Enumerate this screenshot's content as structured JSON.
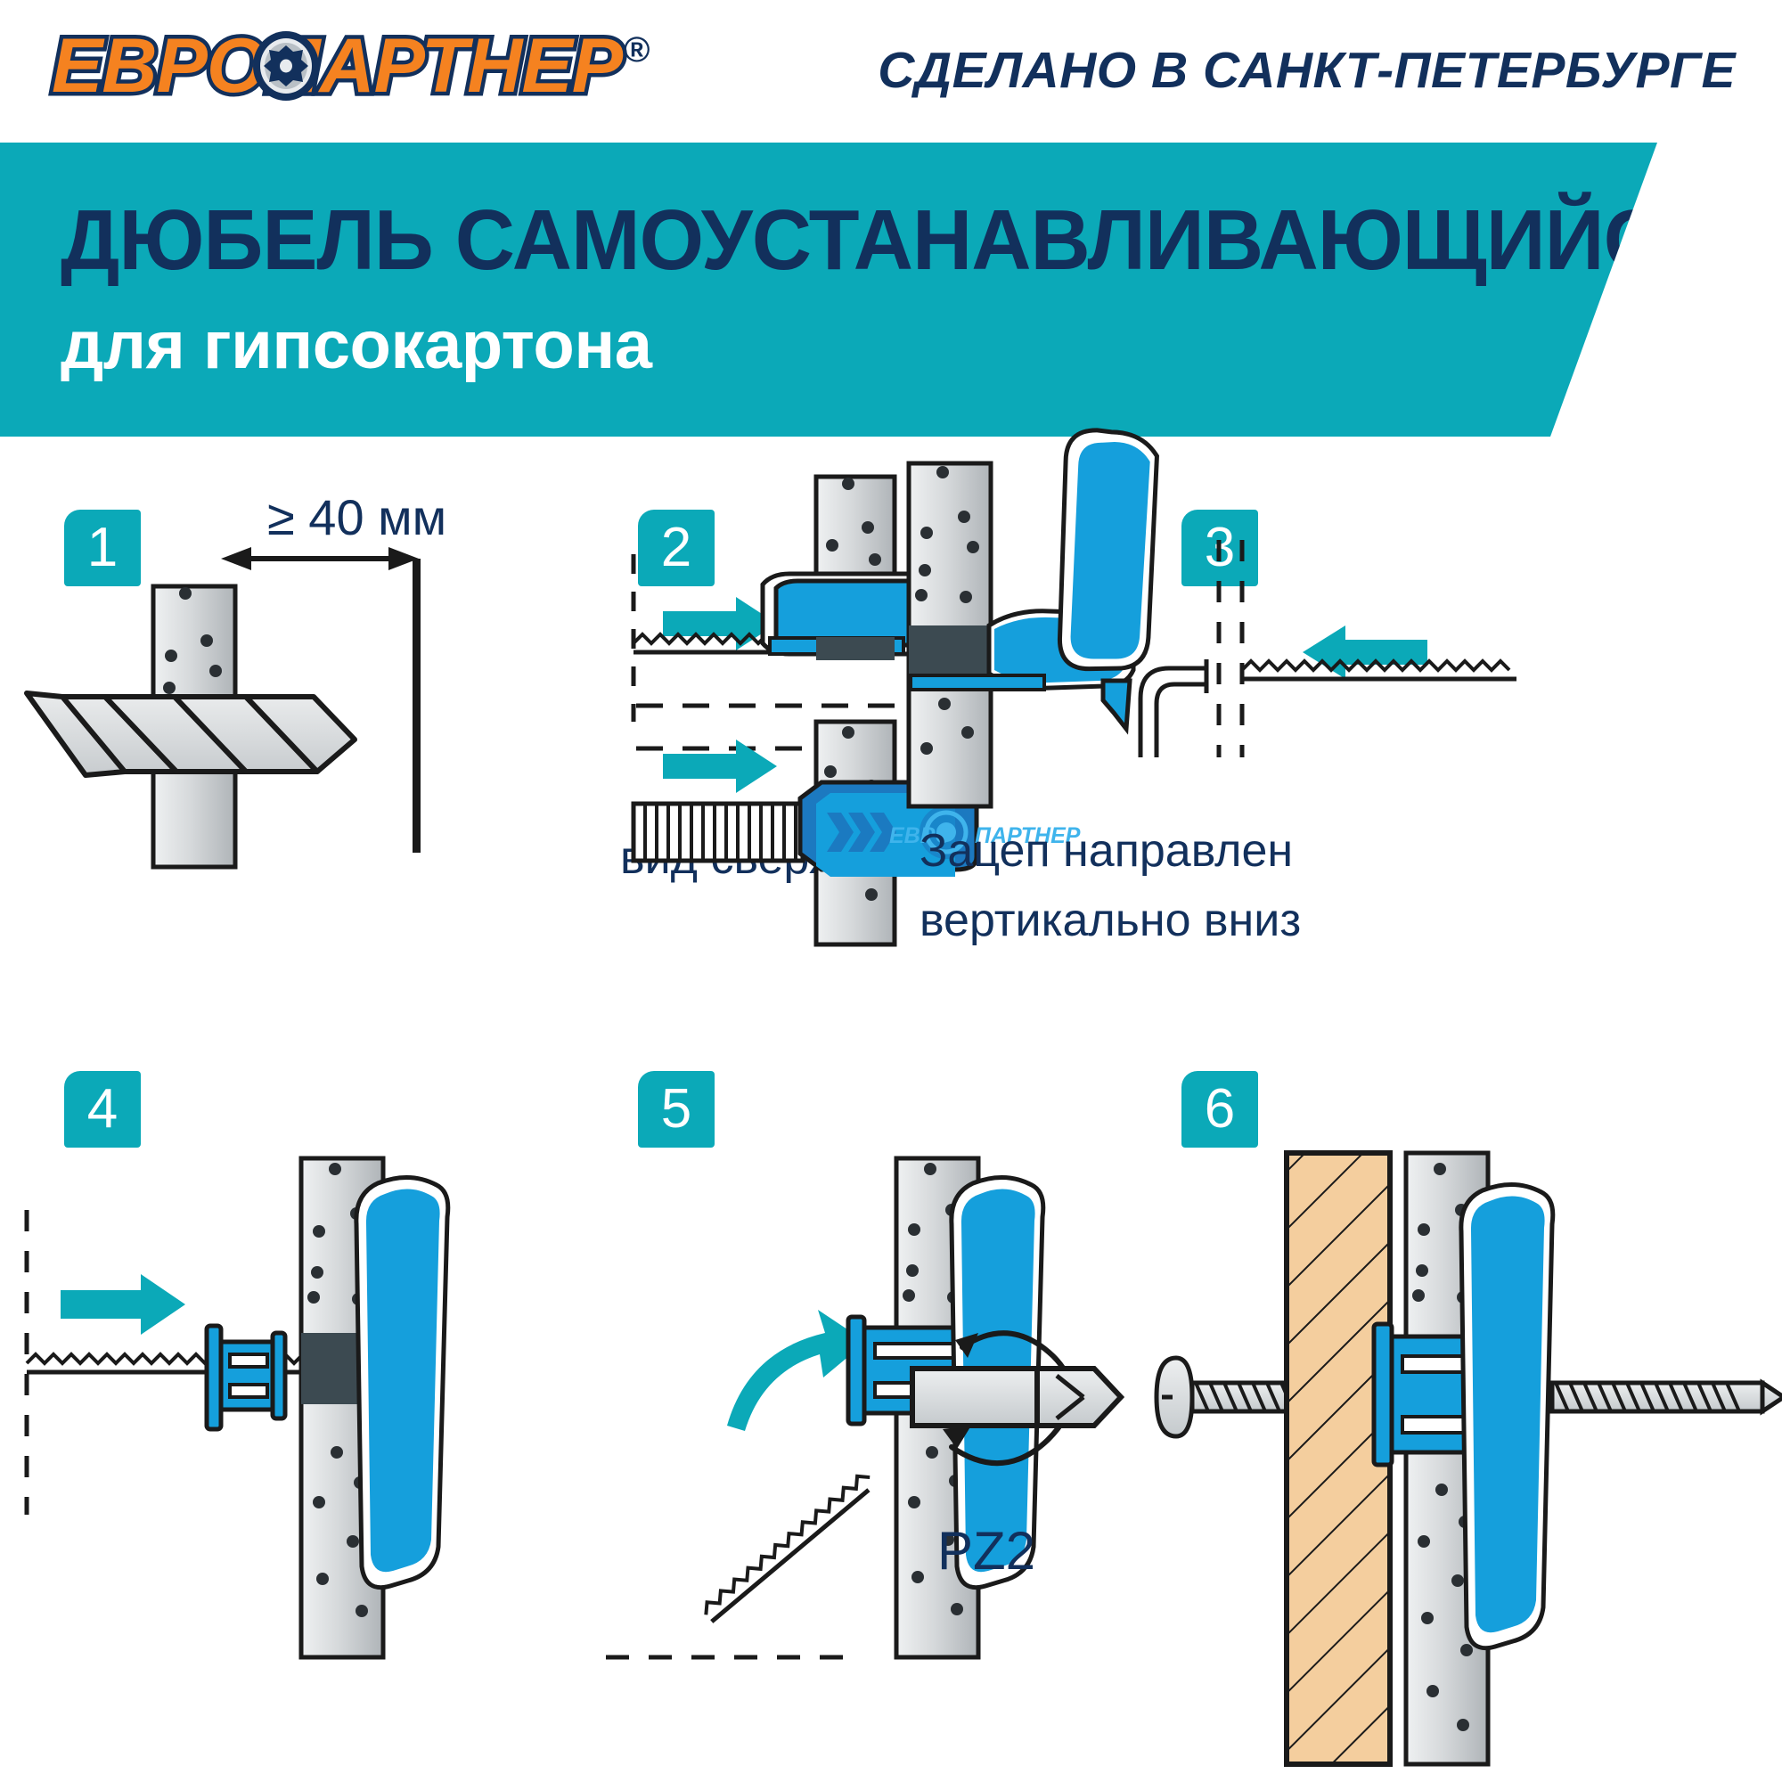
{
  "header": {
    "logo_text": "ЕВРОПАРТНЕР",
    "logo_registered": "®",
    "logo_icon": "torx-screw-head-icon",
    "made_in": "СДЕЛАНО В САНКТ-ПЕТЕРБУРГЕ"
  },
  "banner": {
    "title": "ДЮБЕЛЬ САМОУСТАНАВЛИВАЮЩИЙСЯ",
    "subtitle": "для гипсокартона"
  },
  "colors": {
    "teal": "#0BA9B8",
    "navy": "#12305C",
    "orange": "#F58220",
    "anchor_blue": "#159FDC",
    "anchor_blue_dark": "#1C79C0",
    "metal_light": "#D9DBDC",
    "metal_dark": "#3C4A51",
    "wood": "#F2CB9B",
    "white": "#FFFFFF"
  },
  "steps": [
    {
      "number": "1",
      "dimension_label": "≥ 40 мм",
      "caption": "",
      "elements": [
        "drill-bit",
        "drywall-panel",
        "dimension-arrow",
        "reference-wall-line"
      ]
    },
    {
      "number": "2",
      "dimension_label": "",
      "caption": "вид сверху",
      "anchor_brand_text": "ЕВРОПАРТНЕР",
      "elements": [
        "anchor-top-view",
        "push-arrow",
        "drywall-panel",
        "screw-shank",
        "ribbed-sleeve"
      ]
    },
    {
      "number": "3",
      "dimension_label": "",
      "caption_line1": "Зацеп направлен",
      "caption_line2": "вертикально вниз",
      "elements": [
        "anchor-side-view",
        "drywall-panel",
        "insert-arrow",
        "hook-detail",
        "centerline"
      ]
    },
    {
      "number": "4",
      "dimension_label": "",
      "caption": "",
      "elements": [
        "anchor-collapsed",
        "push-arrow",
        "drywall-panel",
        "screw-shank",
        "centerline"
      ]
    },
    {
      "number": "5",
      "dimension_label": "",
      "caption": "",
      "elements": [
        "anchor-seated",
        "drywall-panel",
        "rotate-arrow",
        "screw-removed"
      ]
    },
    {
      "number": "6",
      "dimension_label": "PZ2",
      "caption": "",
      "elements": [
        "pz2-bit",
        "rotation-arrow",
        "pan-head-screw",
        "wood-board",
        "anchor-installed",
        "drywall-panel"
      ]
    }
  ]
}
